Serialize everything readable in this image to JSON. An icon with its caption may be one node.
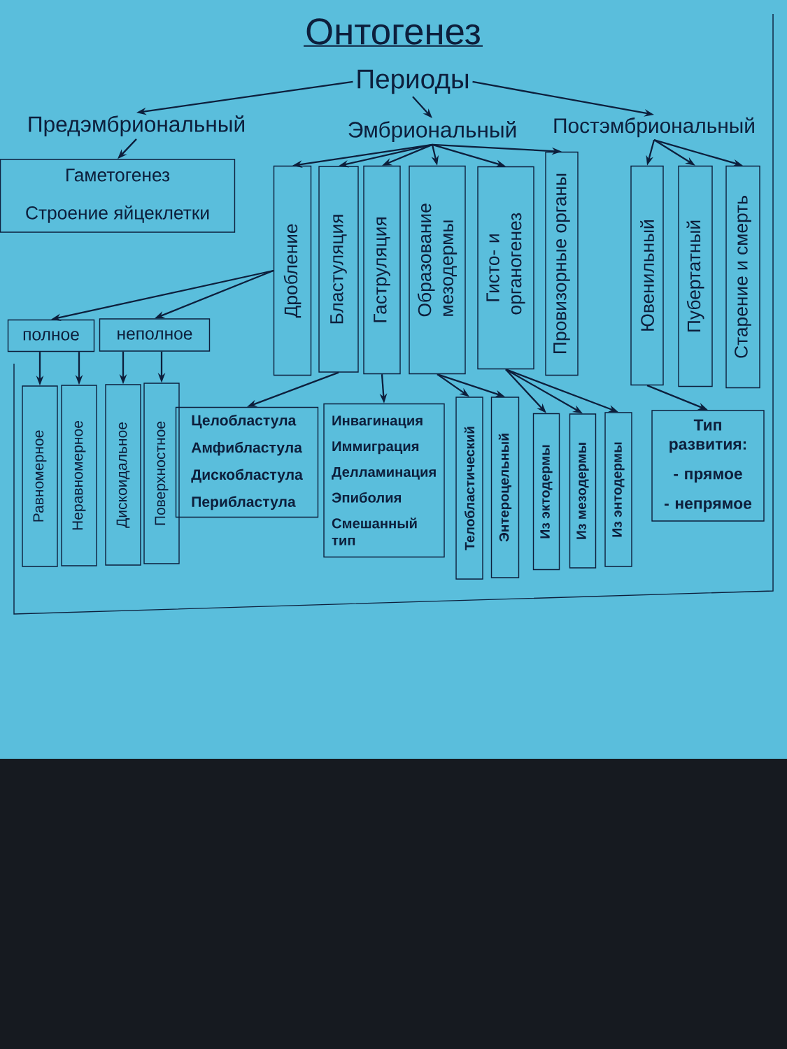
{
  "diagram": {
    "title": "Онтогенез",
    "nodes": [
      {
        "text": [
          "Периоды"
        ]
      },
      {
        "text": [
          "Предэмбриональный"
        ]
      },
      {
        "text": [
          "Эмбриональный"
        ]
      },
      {
        "text": [
          "Постэмбриональный"
        ]
      },
      {
        "text": [
          "Гаметогенез",
          "Строение яйцеклетки"
        ]
      },
      {
        "text": [
          "Дробление"
        ]
      },
      {
        "text": [
          "Бластуляция"
        ]
      },
      {
        "text": [
          "Гаструляция"
        ]
      },
      {
        "text": [
          "Образование мезодермы"
        ]
      },
      {
        "text": [
          "Гисто- и органогенез"
        ]
      },
      {
        "text": [
          "Провизорные органы"
        ]
      },
      {
        "text": [
          "Ювенильный"
        ]
      },
      {
        "text": [
          "Пубертатный"
        ]
      },
      {
        "text": [
          "Старение и смерть"
        ]
      },
      {
        "text": [
          "полное"
        ]
      },
      {
        "text": [
          "неполное"
        ]
      },
      {
        "text": [
          "Равномерное"
        ]
      },
      {
        "text": [
          "Неравномерное"
        ]
      },
      {
        "text": [
          "Дискоидальное"
        ]
      },
      {
        "text": [
          "Поверхностное"
        ]
      },
      {
        "text": [
          "Целобластула",
          "Амфибластула",
          "Дискобластула",
          "Перибластула"
        ]
      },
      {
        "text": [
          "Инвагинация",
          "Иммиграция",
          "Делламинация",
          "Эпиболия",
          "Смешанный тип"
        ]
      },
      {
        "text": [
          "Телобластический"
        ]
      },
      {
        "text": [
          "Энтероцельный"
        ]
      },
      {
        "text": [
          "Из эктодермы"
        ]
      },
      {
        "text": [
          "Из мезодермы"
        ]
      },
      {
        "text": [
          "Из энтодермы"
        ]
      },
      {
        "text": [
          "Тип развития:",
          "- прямое",
          "- непрямое"
        ]
      }
    ],
    "edges": [
      {
        "from": 0,
        "to": 1,
        "arrow": "to"
      },
      {
        "from": 0,
        "to": 2,
        "arrow": "to"
      },
      {
        "from": 0,
        "to": 3,
        "arrow": "to"
      },
      {
        "from": 1,
        "to": 4,
        "arrow": "to"
      },
      {
        "from": 2,
        "to": 5,
        "arrow": "to"
      },
      {
        "from": 2,
        "to": 6,
        "arrow": "to"
      },
      {
        "from": 2,
        "to": 7,
        "arrow": "to"
      },
      {
        "from": 2,
        "to": 8,
        "arrow": "to"
      },
      {
        "from": 2,
        "to": 9,
        "arrow": "to"
      },
      {
        "from": 2,
        "to": 10,
        "arrow": "to"
      },
      {
        "from": 3,
        "to": 11,
        "arrow": "to"
      },
      {
        "from": 3,
        "to": 12,
        "arrow": "to"
      },
      {
        "from": 3,
        "to": 13,
        "arrow": "to"
      },
      {
        "from": 5,
        "to": 14,
        "arrow": "to"
      },
      {
        "from": 5,
        "to": 15,
        "arrow": "to"
      },
      {
        "from": 14,
        "to": 16,
        "arrow": "to"
      },
      {
        "from": 14,
        "to": 17,
        "arrow": "to"
      },
      {
        "from": 15,
        "to": 18,
        "arrow": "to"
      },
      {
        "from": 15,
        "to": 19,
        "arrow": "to"
      },
      {
        "from": 6,
        "to": 20,
        "arrow": "to"
      },
      {
        "from": 7,
        "to": 21,
        "arrow": "to"
      },
      {
        "from": 8,
        "to": 22,
        "arrow": "to"
      },
      {
        "from": 8,
        "to": 23,
        "arrow": "to"
      },
      {
        "from": 9,
        "to": 24,
        "arrow": "to"
      },
      {
        "from": 9,
        "to": 25,
        "arrow": "to"
      },
      {
        "from": 9,
        "to": 26,
        "arrow": "to"
      },
      {
        "from": 11,
        "to": 27,
        "arrow": "to"
      }
    ]
  }
}
